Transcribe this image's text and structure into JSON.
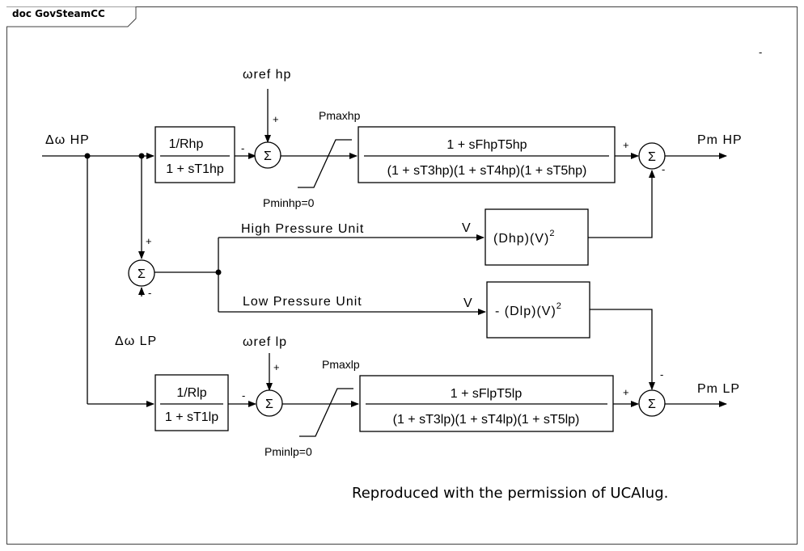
{
  "header": {
    "title": "doc GovSteamCC",
    "corner_mark": "-"
  },
  "inputs": {
    "dw_hp": "Δω  HP",
    "dw_lp": "Δω  LP",
    "wref_hp": "ωref hp",
    "wref_lp": "ωref lp"
  },
  "outputs": {
    "pm_hp": "Pm  HP",
    "pm_lp": "Pm  LP"
  },
  "limits": {
    "pmaxhp": "Pmaxhp",
    "pminhp": "Pminhp=0",
    "pmaxlp": "Pmaxlp",
    "pminlp": "Pminlp=0"
  },
  "blocks": {
    "rhp": {
      "num": "1/Rhp",
      "den": "1 + sT1hp"
    },
    "rlp": {
      "num": "1/Rlp",
      "den": "1 + sT1lp"
    },
    "hp_tf": {
      "num": "1 + sFhpT5hp",
      "den": "(1 + sT3hp)(1 + sT4hp)(1 + sT5hp)"
    },
    "lp_tf": {
      "num": "1 + sFlpT5lp",
      "den": "(1 + sT3lp)(1 + sT4lp)(1 + sT5lp)"
    },
    "dhp": {
      "text": "(Dhp)(V)",
      "exp": "2"
    },
    "dlp": {
      "text": "- (Dlp)(V)",
      "exp": "2"
    }
  },
  "labels": {
    "hp_unit": "High Pressure Unit",
    "lp_unit": "Low Pressure Unit",
    "v_hp": "V",
    "v_lp": "V"
  },
  "summer_symbol": "Σ",
  "signs": {
    "plus": "+",
    "minus": "-"
  },
  "footer": {
    "credit": "Reproduced with the permission of UCAIug."
  }
}
